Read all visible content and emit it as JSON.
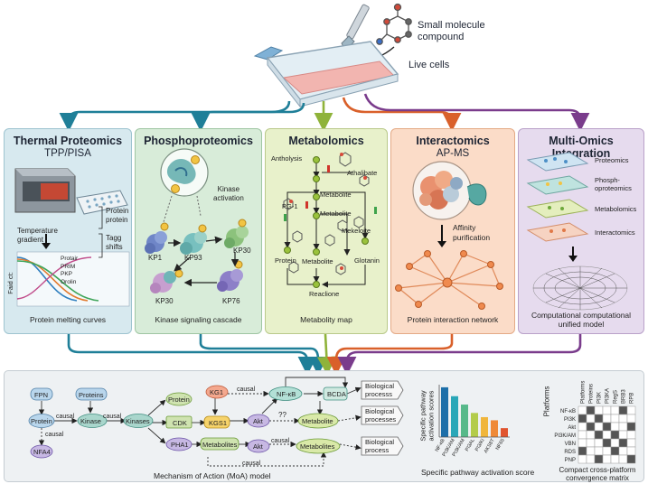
{
  "top": {
    "compound_label_1": "Small molecule",
    "compound_label_2": "compound",
    "cells_label": "Live cells"
  },
  "colors": {
    "thermal": "#d7e9ef",
    "phospho": "#d8ecd9",
    "metabolomics": "#e8f1cb",
    "interactomics": "#fbdcc8",
    "multi": "#e6dbee",
    "arrow_teal": "#1f7f98",
    "arrow_green": "#8fb33a",
    "arrow_orange": "#d9602a",
    "arrow_purple": "#7a3c8c",
    "bars": [
      "#1d6fa9",
      "#2aa7b8",
      "#57b98a",
      "#b3cc4a",
      "#f0b63c",
      "#ef8a38",
      "#e0542e"
    ]
  },
  "panels": {
    "thermal": {
      "title": "Thermal Proteomics",
      "subtitle": "TPP/PISA",
      "temp_1": "Temperature",
      "temp_2": "gradient",
      "protein_1": "Protein",
      "protein_2": "protein",
      "tagg_1": "Tagg",
      "tagg_2": "shifts",
      "yaxis": "Faid ct:",
      "legend": [
        "Protair",
        "PRIM",
        "PKP",
        "Orolin"
      ],
      "caption": "Protein melting curves"
    },
    "phospho": {
      "title": "Phosphoproteomics",
      "kinase_1": "Kinase",
      "kinase_2": "activation",
      "kp1": "KP1",
      "kp93": "KP93",
      "kp30a": "KP30",
      "kp30b": "KP30",
      "kp76": "KP76",
      "p": "P",
      "caption": "Kinase signaling cascade"
    },
    "metabolomics": {
      "title": "Metabolomics",
      "antholysis": "Antholysis",
      "athalibate": "Athalibate",
      "metabolite_1": "Metabolite",
      "pg1": "PG-1",
      "metabolite_2": "Metabolite",
      "mekeloite": "Mekeloite",
      "protein": "Protein",
      "metabolite_3": "Metabolite",
      "glotanin": "Glotanin",
      "reaclione": "Reaclione",
      "caption": "Metabolity map"
    },
    "interactomics": {
      "title": "Interactomics",
      "subtitle": "AP-MS",
      "affinity_1": "Affinity",
      "affinity_2": "purification",
      "caption": "Protein interaction network"
    },
    "multi": {
      "title": "Multi-Omics Integration",
      "layers": [
        "Proteomics",
        "Phosph-",
        "oproteomics",
        "Metabolomics",
        "Interactomics"
      ],
      "caption_1": "Computational computational",
      "caption_2": "unified model"
    }
  },
  "moa": {
    "nodes": {
      "fpn": "FPN",
      "proteins": "Proteins",
      "protein": "Protein",
      "kinase": "Kinase",
      "kinases": "Kinases",
      "protein2": "Protein",
      "cdk": "CDK",
      "pha1": "PHA1",
      "kg1": "KG1",
      "kgs1": "KGS1",
      "metabolites1": "Metabolites",
      "nfkb": "NF-κB",
      "akt1": "Akt",
      "akt2": "Akt",
      "metabolite": "Metabolite",
      "metabolites2": "Metabolites",
      "bcda": "BCDA",
      "nfa4": "NFA4",
      "bio1": "Biological",
      "bio1b": "processs",
      "bio2": "Biological",
      "bio2b": "processes",
      "bio3": "Biological",
      "bio3b": "process"
    },
    "edge_causal": "causal",
    "edge_qq": "??",
    "caption": "Mechanism of Action (MoA) model"
  },
  "chart_data": [
    {
      "type": "bar",
      "ylabel": "Specific pathway activation scores",
      "xlabel": "Specific pathway activation score",
      "categories": [
        "NF-κB",
        "PI3K/AM",
        "PI3K/AM",
        "PI3AL",
        "PI3/KI",
        "AKS8T",
        "NF65"
      ],
      "values": [
        0.95,
        0.78,
        0.62,
        0.46,
        0.38,
        0.32,
        0.17
      ],
      "ylim": [
        0,
        1
      ]
    },
    {
      "type": "heatmap",
      "ylabel": "Platforms",
      "xlabel": "Compact cross-platform convergence matrix",
      "columns": [
        "Platforms",
        "Proteins",
        "PI3K",
        "PI3KA",
        "RegS",
        "BRB3",
        "RPB"
      ],
      "rows": [
        "NF-κB",
        "PI3K",
        "Akt",
        "PI3K/AM",
        "VBN",
        "RDS",
        "PNP"
      ],
      "cells": [
        [
          0,
          1,
          0,
          0,
          0,
          1,
          0
        ],
        [
          1,
          0,
          1,
          0,
          0,
          0,
          0
        ],
        [
          0,
          1,
          0,
          1,
          0,
          0,
          1
        ],
        [
          0,
          0,
          1,
          0,
          1,
          0,
          0
        ],
        [
          0,
          0,
          0,
          1,
          0,
          1,
          0
        ],
        [
          1,
          0,
          0,
          0,
          1,
          0,
          0
        ],
        [
          0,
          0,
          1,
          0,
          0,
          0,
          1
        ]
      ]
    }
  ]
}
